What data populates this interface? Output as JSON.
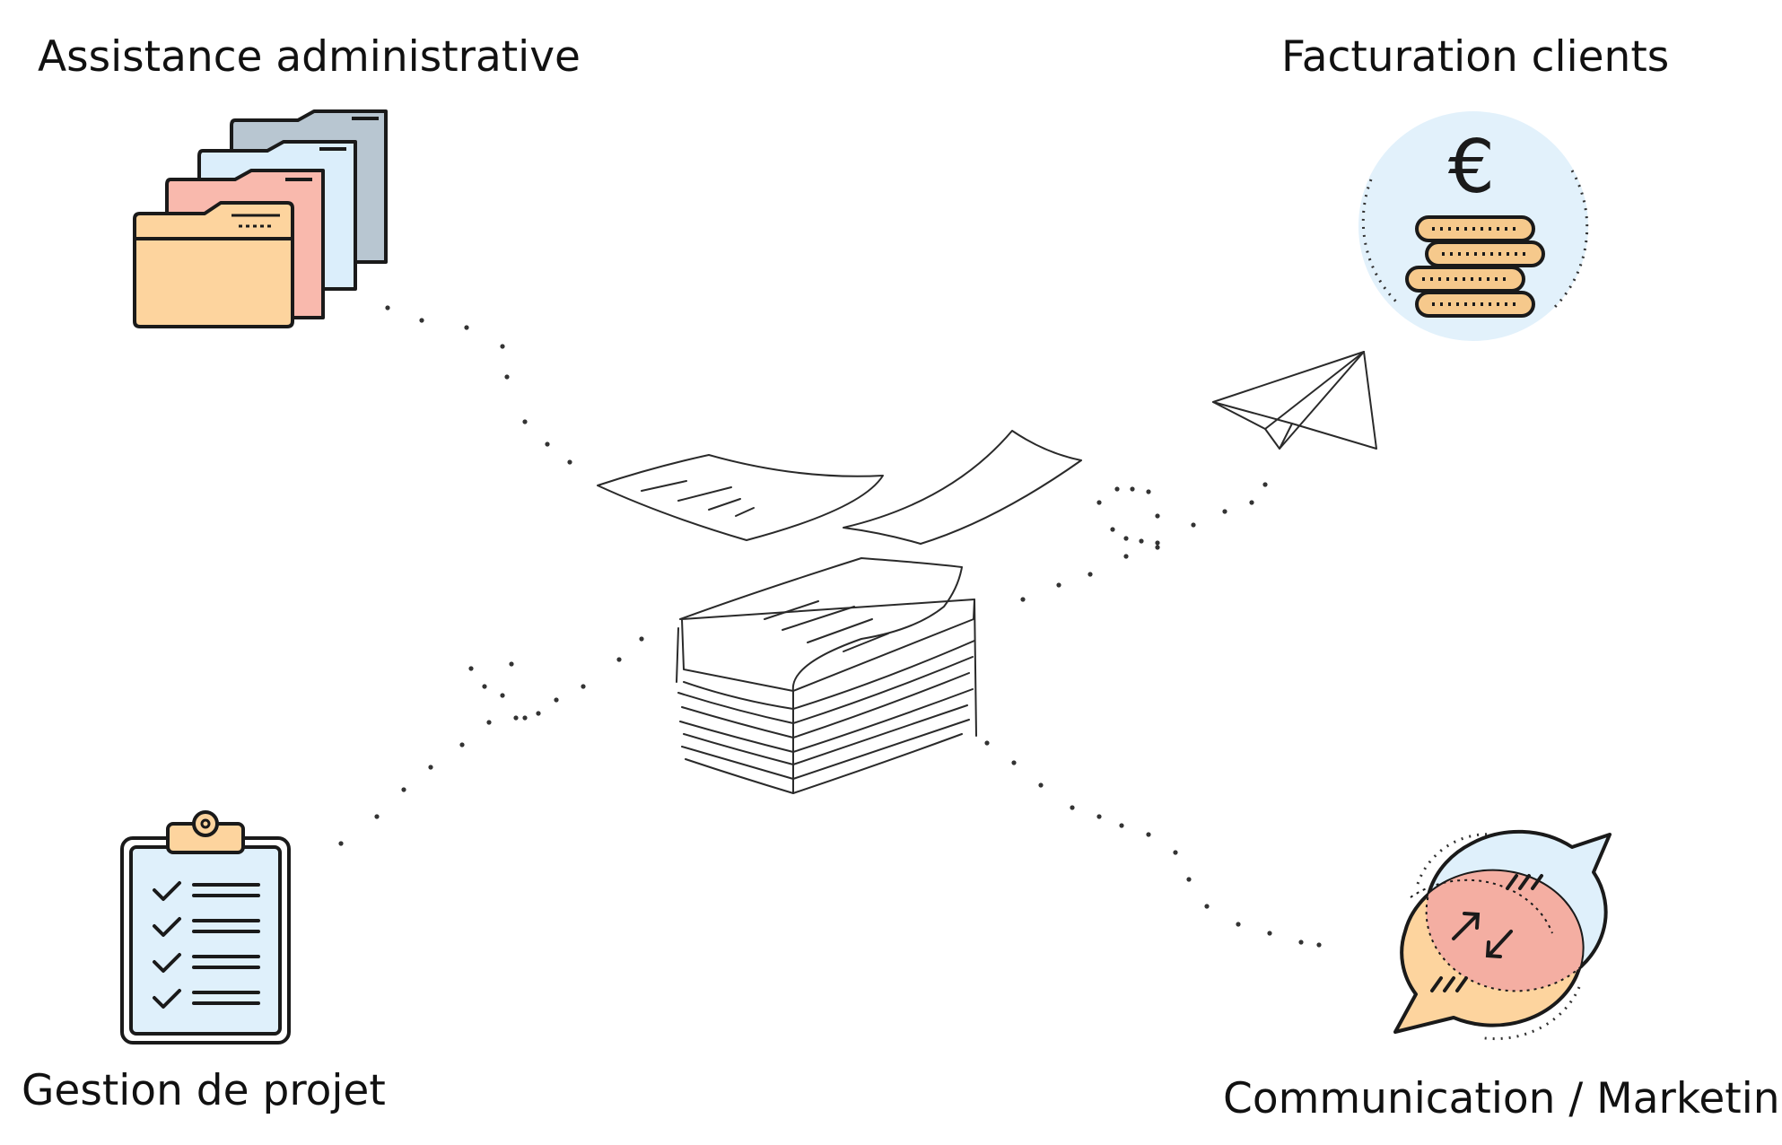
{
  "labels": {
    "admin": "Assistance administrative",
    "billing": "Facturation clients",
    "project": "Gestion de projet",
    "communication": "Communication / Marketing"
  },
  "icons": {
    "admin": "folders-icon",
    "billing": "euro-coins-icon",
    "project": "clipboard-checklist-icon",
    "communication": "speech-bubbles-icon",
    "center": "paper-stack-icon",
    "paper_plane": "paper-plane-icon"
  },
  "colors": {
    "folder_orange": "#fdd49e",
    "folder_pink": "#f9b9ad",
    "folder_blue": "#dbeefb",
    "folder_grey": "#b8c6d1",
    "coin": "#f6c98c",
    "coin_bg": "#e2f1fb",
    "clipboard_bg": "#dff0fb",
    "bubble_orange": "#fdd49e",
    "bubble_blue": "#dff0fb",
    "bubble_overlap": "#f4aea2"
  }
}
